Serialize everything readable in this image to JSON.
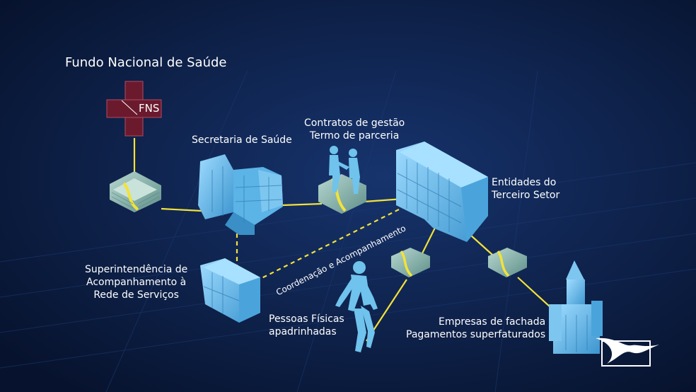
{
  "title": "Fundo Nacional de Saúde",
  "fns_badge": "FNS",
  "nodes": {
    "secretaria": "Secretaria de Saúde",
    "contratos": [
      "Contratos de gestão",
      "Termo de parceria"
    ],
    "entidades": [
      "Entidades do",
      "Terceiro Setor"
    ],
    "superintendencia": [
      "Superintendência de",
      "Acompanhamento à",
      "Rede de Serviços"
    ],
    "pessoas": [
      "Pessoas Físicas",
      "apadrinhadas"
    ],
    "empresas": [
      "Empresas de fachada",
      "Pagamentos superfaturados"
    ]
  },
  "edge_label": "Coordenação e Acompanhamento",
  "colors": {
    "background": "#0a1a3c",
    "connector": "#f2e23a",
    "figure": "#6fc3ec",
    "cross": "#6b1a2e"
  }
}
